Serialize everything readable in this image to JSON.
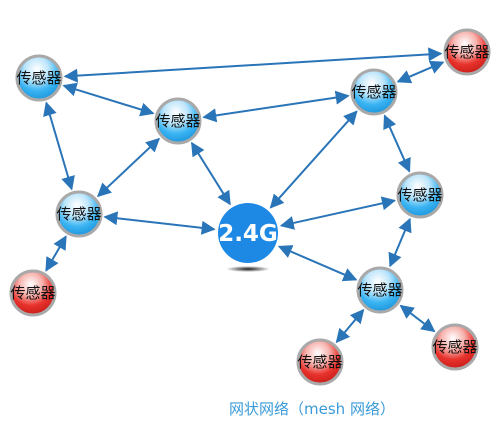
{
  "diagram": {
    "caption": "网状网络（mesh 网络）",
    "hub": {
      "id": "hub",
      "label": "2.4G",
      "color": "#1e88e5"
    },
    "nodes": [
      {
        "id": "s1",
        "label": "传感器",
        "kind": "blue"
      },
      {
        "id": "s2",
        "label": "传感器",
        "kind": "blue"
      },
      {
        "id": "s3",
        "label": "传感器",
        "kind": "blue"
      },
      {
        "id": "s4",
        "label": "传感器",
        "kind": "red"
      },
      {
        "id": "s5",
        "label": "传感器",
        "kind": "blue"
      },
      {
        "id": "s6",
        "label": "传感器",
        "kind": "red"
      },
      {
        "id": "s7",
        "label": "传感器",
        "kind": "blue"
      },
      {
        "id": "s8",
        "label": "传感器",
        "kind": "blue"
      },
      {
        "id": "s9",
        "label": "传感器",
        "kind": "red"
      },
      {
        "id": "s10",
        "label": "传感器",
        "kind": "red"
      }
    ],
    "edges": [
      [
        "s1",
        "s2"
      ],
      [
        "s1",
        "s4"
      ],
      [
        "s1",
        "s5"
      ],
      [
        "s2",
        "s3"
      ],
      [
        "s2",
        "s5"
      ],
      [
        "s2",
        "hub"
      ],
      [
        "s3",
        "s4"
      ],
      [
        "s3",
        "s7"
      ],
      [
        "s3",
        "hub"
      ],
      [
        "s5",
        "s6"
      ],
      [
        "s5",
        "hub"
      ],
      [
        "s7",
        "s8"
      ],
      [
        "s7",
        "hub"
      ],
      [
        "s8",
        "hub"
      ],
      [
        "s8",
        "s9"
      ],
      [
        "s8",
        "s10"
      ]
    ],
    "colors": {
      "arrow": "#2a74b8",
      "blue_node": "#3ab4f2",
      "red_node": "#e8322c",
      "node_ring": "#a9a9a9",
      "hub": "#1e88e5",
      "caption": "#3a9bd8"
    }
  }
}
